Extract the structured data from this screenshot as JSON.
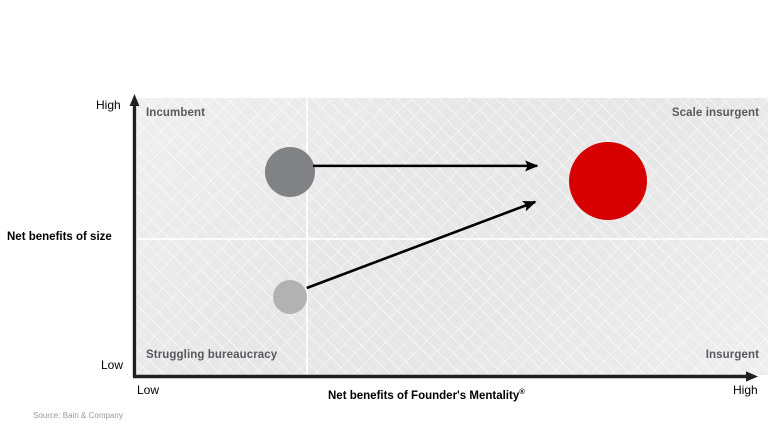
{
  "figure": {
    "source_note": "Source: Bain & Company"
  },
  "axes": {
    "y_title": "Net benefits of size",
    "x_title": "Net benefits of Founder's Mentality",
    "x_title_superscript": "®",
    "y_low": "Low",
    "y_high": "High",
    "x_low": "Low",
    "x_high": "High"
  },
  "quadrants": {
    "top_left": "Incumbent",
    "top_right": "Scale insurgent",
    "bottom_left": "Struggling bureaucracy",
    "bottom_right": "Insurgent"
  },
  "colors": {
    "plot_background": "#e7e7e8",
    "divider": "#fbfbfb",
    "axis": "#231f20",
    "bubble_dark_gray": "#808285",
    "bubble_light_gray": "#b2b2b2",
    "bubble_red": "#d60000",
    "quadrant_label": "#58595b",
    "source_text": "#9a9a9a"
  },
  "chart_data": {
    "type": "scatter",
    "title": "",
    "xlabel": "Net benefits of Founder's Mentality®",
    "ylabel": "Net benefits of size",
    "xlim": [
      0,
      100
    ],
    "ylim": [
      0,
      100
    ],
    "xtick_labels": [
      "Low",
      "High"
    ],
    "ytick_labels": [
      "Low",
      "High"
    ],
    "grid": false,
    "legend": "none",
    "quadrant_divider_x": 27,
    "quadrant_divider_y": 49,
    "points": [
      {
        "name": "incumbent-bubble",
        "x": 24.3,
        "y": 73.3,
        "size_radius": 25,
        "color": "#808285",
        "quadrant": "Incumbent"
      },
      {
        "name": "insurgent-bubble",
        "x": 24.3,
        "y": 28.2,
        "size_radius": 17,
        "color": "#b2b2b2",
        "quadrant": "Struggling bureaucracy"
      },
      {
        "name": "scale-insurgent-bubble",
        "x": 74.6,
        "y": 70.0,
        "size_radius": 39,
        "color": "#d60000",
        "quadrant": "Scale insurgent"
      }
    ],
    "arrows": [
      {
        "name": "incumbent-to-scale-insurgent-arrow",
        "from": [
          27.9,
          75.5
        ],
        "to": [
          63.4,
          75.5
        ],
        "color": "#000000"
      },
      {
        "name": "insurgent-to-scale-insurgent-arrow",
        "from": [
          26.9,
          31.4
        ],
        "to": [
          63.1,
          62.5
        ],
        "color": "#000000"
      }
    ],
    "annotations": [
      "Incumbent",
      "Scale insurgent",
      "Struggling bureaucracy",
      "Insurgent"
    ]
  }
}
